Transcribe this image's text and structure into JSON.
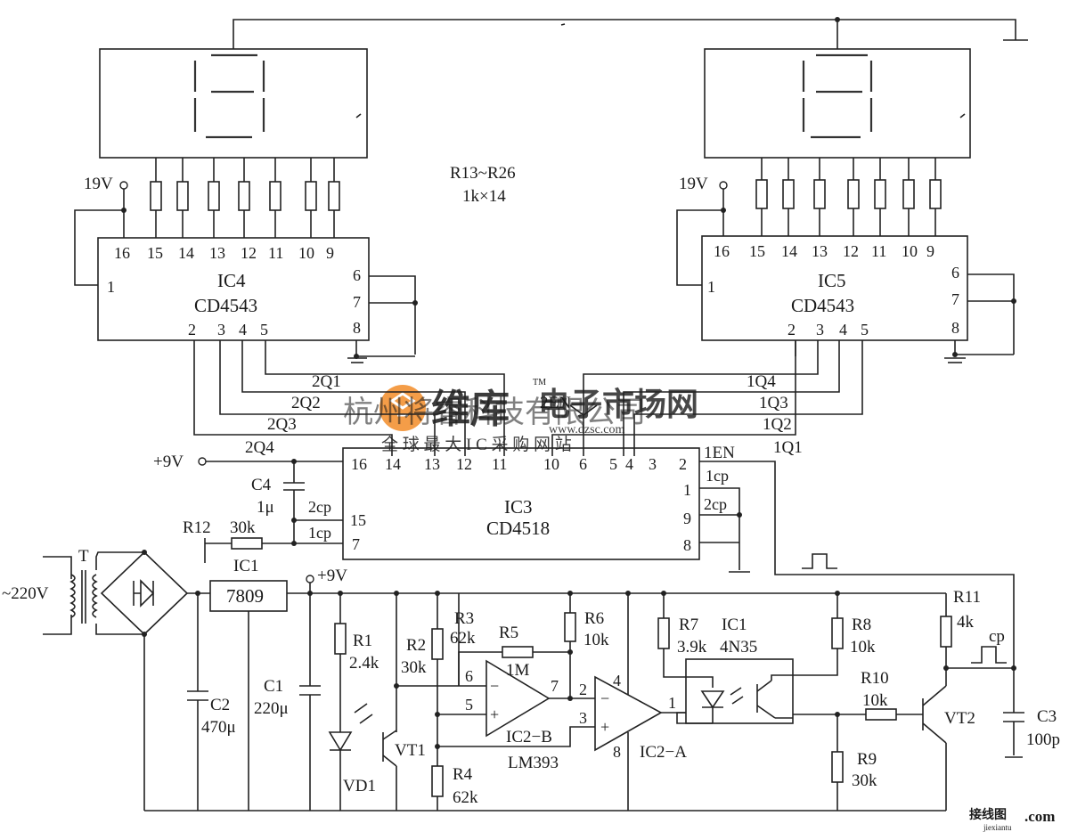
{
  "ic4": {
    "name": "IC4",
    "part": "CD4543",
    "pins_top": [
      "16",
      "15",
      "14",
      "13",
      "12",
      "11",
      "10",
      "9"
    ],
    "pin_left": "1",
    "pins_right": [
      "6",
      "7",
      "8"
    ],
    "pins_bottom": [
      "2",
      "3",
      "4",
      "5"
    ]
  },
  "ic5": {
    "name": "IC5",
    "part": "CD4543",
    "pins_top": [
      "16",
      "15",
      "14",
      "13",
      "12",
      "11",
      "10",
      "9"
    ],
    "pin_left": "1",
    "pins_right": [
      "6",
      "7",
      "8"
    ],
    "pins_bottom": [
      "2",
      "3",
      "4",
      "5"
    ]
  },
  "ic3": {
    "name": "IC3",
    "part": "CD4518",
    "pins_top": [
      "16",
      "14",
      "13",
      "12",
      "11",
      "10",
      "6",
      "5",
      "4",
      "3",
      "2"
    ],
    "pin_left_15": "15",
    "pin_left_7": "7",
    "pins_right": [
      "1",
      "9",
      "8"
    ],
    "label_2cp_left": "2cp",
    "label_1cp_left": "1cp",
    "label_1cp_right": "1cp",
    "label_2cp_right": "2cp"
  },
  "resistor_array": {
    "line1": "R13~R26",
    "line2": "1k×14"
  },
  "supply_labels": {
    "ic4_vdd": "19V",
    "ic5_vdd": "19V",
    "ic3_vdd": "+9V",
    "rail": "+9V"
  },
  "bus_labels": {
    "q2_1": "2Q1",
    "q2_2": "2Q2",
    "q2_3": "2Q3",
    "q2_4": "2Q4",
    "q1_4": "1Q4",
    "q1_3": "1Q3",
    "q1_2": "1Q2",
    "q1_1": "1Q1",
    "en1": "1EN",
    "en2": "2EN"
  },
  "components": {
    "c4_name": "C4",
    "c4_val": "1μ",
    "r12_name": "R12",
    "r12_val": "30k",
    "ic1_reg_name": "IC1",
    "ic1_reg_part": "7809",
    "transformer": "T",
    "mains": "~220V",
    "c2_name": "C2",
    "c2_val": "470μ",
    "c1_name": "C1",
    "c1_val": "220μ",
    "r1_name": "R1",
    "r1_val": "2.4k",
    "r2_name": "R2",
    "r2_val": "30k",
    "r3_name": "R3",
    "r3_val": "62k",
    "r4_name": "R4",
    "r4_val": "62k",
    "r5_name": "R5",
    "r5_val": "1M",
    "r6_name": "R6",
    "r6_val": "10k",
    "r7_name": "R7",
    "r7_val": "3.9k",
    "r8_name": "R8",
    "r8_val": "10k",
    "r9_name": "R9",
    "r9_val": "30k",
    "r10_name": "R10",
    "r10_val": "10k",
    "r11_name": "R11",
    "r11_val": "4k",
    "c3_name": "C3",
    "c3_val": "100p",
    "vd1": "VD1",
    "vt1": "VT1",
    "vt2": "VT2",
    "ic2b": "IC2−B",
    "ic2a": "IC2−A",
    "ic2_part": "LM393",
    "opto_name": "IC1",
    "opto_part": "4N35",
    "cp_label": "cp"
  },
  "opamp_pins": {
    "b_inv": "6",
    "b_non": "5",
    "b_out": "7",
    "a_inv": "2",
    "a_non": "3",
    "a_out": "1",
    "vcc": "4",
    "gnd": "8",
    "inv_sign": "−",
    "non_sign": "+"
  },
  "watermark": {
    "logo": "维库",
    "logo_tm": "TM",
    "site_cn": "电子市场网",
    "url": "www.dzsc.com",
    "slogan": "全 球 最 大 I C 采 购 网 站",
    "company": "杭州将睿科技有限公司",
    "corner_cn": "接线图",
    "corner_com": ".com",
    "corner_url": "jiexiantu"
  },
  "colors": {
    "ink": "#222222",
    "watermark_orange": "#f28c28",
    "watermark_gray": "#b8b8b8"
  }
}
